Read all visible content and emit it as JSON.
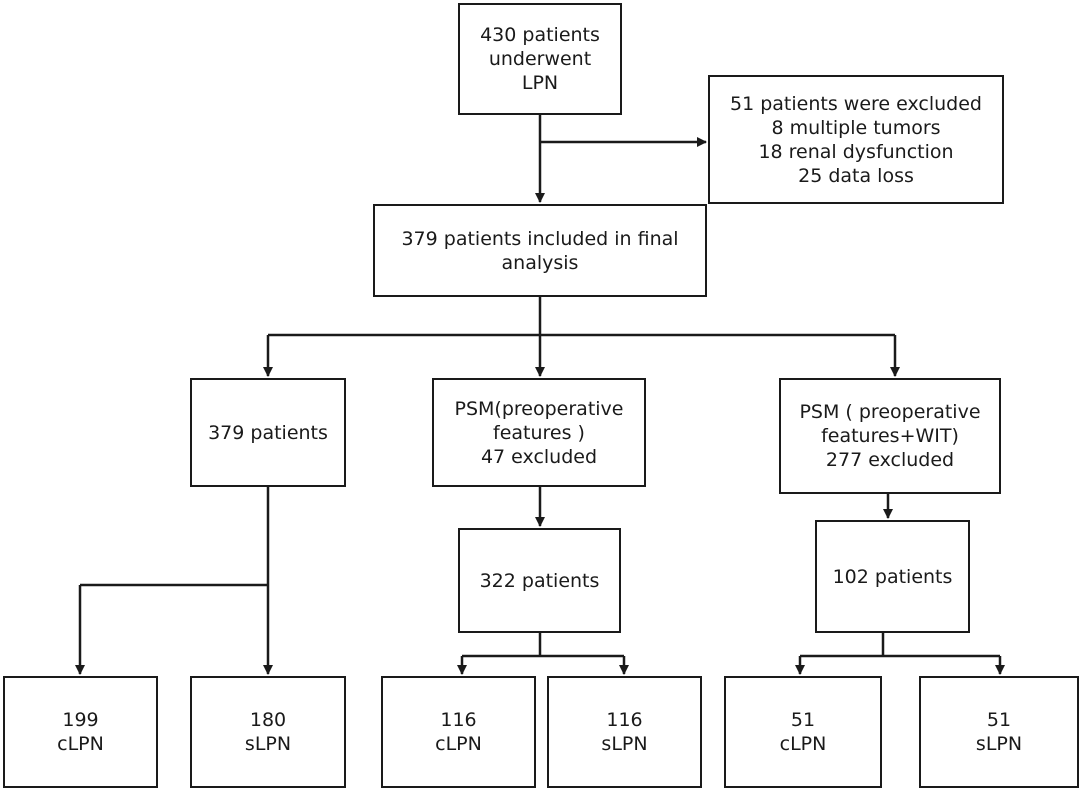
{
  "boxes": {
    "start": [
      "430 patients",
      "underwent",
      "LPN"
    ],
    "excluded": [
      "51 patients were excluded",
      "8 multiple tumors",
      "18 renal dysfunction",
      "25 data loss"
    ],
    "included": [
      "379 patients included in final",
      "analysis"
    ],
    "left_group": [
      "379 patients"
    ],
    "mid_psm": [
      "PSM(preoperative",
      "features )",
      "47 excluded"
    ],
    "right_psm": [
      "PSM ( preoperative",
      "features+WIT)",
      "277 excluded"
    ],
    "mid_group": [
      "322 patients"
    ],
    "right_group": [
      "102 patients"
    ],
    "left_clpn": [
      "199",
      "cLPN"
    ],
    "left_slpn": [
      "180",
      "sLPN"
    ],
    "mid_clpn": [
      "116",
      "cLPN"
    ],
    "mid_slpn": [
      "116",
      "sLPN"
    ],
    "right_clpn": [
      "51",
      "cLPN"
    ],
    "right_slpn": [
      "51",
      "sLPN"
    ]
  },
  "colors": {
    "line": "#1a1a1a",
    "background": "#ffffff"
  }
}
